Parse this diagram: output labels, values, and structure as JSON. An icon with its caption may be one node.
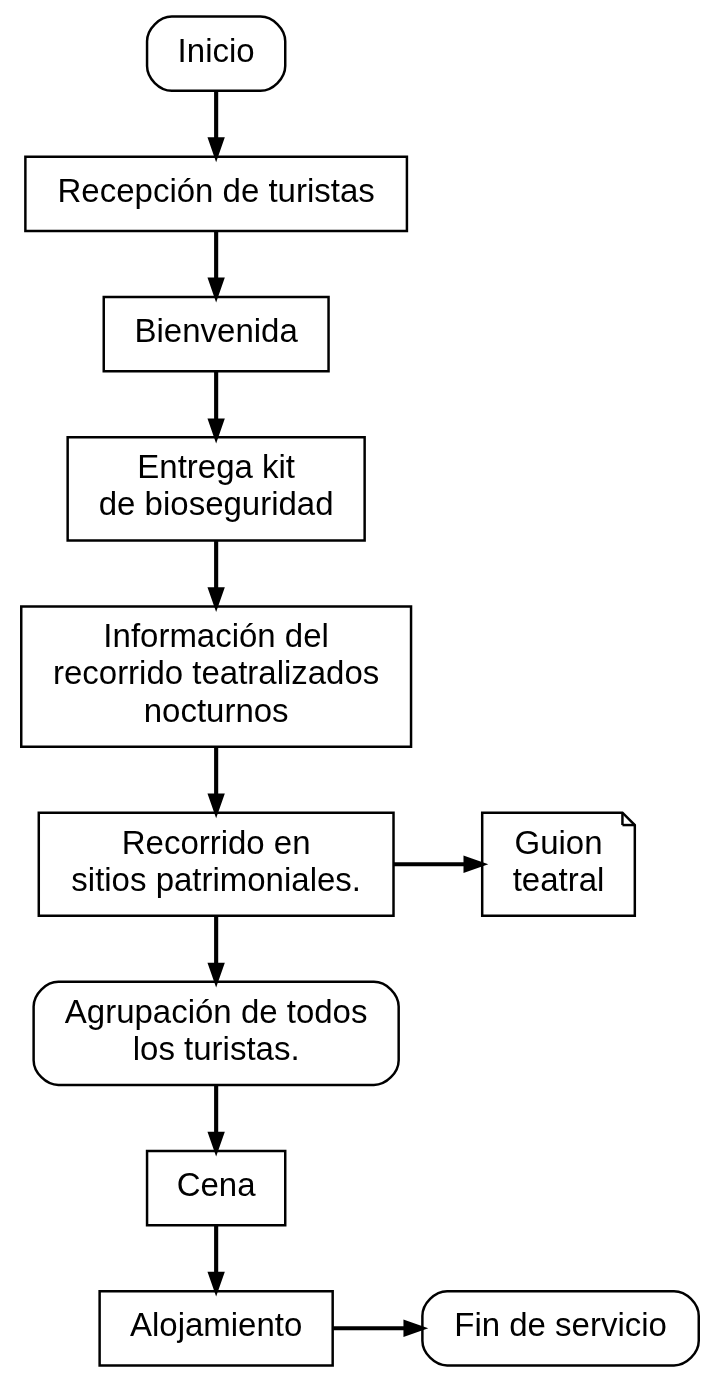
{
  "diagram": {
    "nodes": [
      {
        "text": [
          "Inicio"
        ]
      },
      {
        "text": [
          "Recepción de turistas"
        ]
      },
      {
        "text": [
          "Bienvenida"
        ]
      },
      {
        "text": [
          "Entrega kit de bioseguridad"
        ]
      },
      {
        "text": [
          "Información del recorrido teatralizados nocturnos"
        ]
      },
      {
        "text": [
          "Recorrido en sitios patrimoniales."
        ]
      },
      {
        "text": [
          "Guion teatral"
        ]
      },
      {
        "text": [
          "Agrupación de todos los turistas."
        ]
      },
      {
        "text": [
          "Cena"
        ]
      },
      {
        "text": [
          "Alojamiento"
        ]
      },
      {
        "text": [
          "Fin de servicio"
        ]
      }
    ],
    "edges": [
      {
        "from": 0,
        "to": 1,
        "arrow": "to"
      },
      {
        "from": 1,
        "to": 2,
        "arrow": "to"
      },
      {
        "from": 2,
        "to": 3,
        "arrow": "to"
      },
      {
        "from": 3,
        "to": 4,
        "arrow": "to"
      },
      {
        "from": 4,
        "to": 5,
        "arrow": "to"
      },
      {
        "from": 5,
        "to": 6,
        "arrow": "to"
      },
      {
        "from": 5,
        "to": 7,
        "arrow": "to"
      },
      {
        "from": 7,
        "to": 8,
        "arrow": "to"
      },
      {
        "from": 8,
        "to": 9,
        "arrow": "to"
      },
      {
        "from": 9,
        "to": 10,
        "arrow": "to"
      }
    ]
  }
}
